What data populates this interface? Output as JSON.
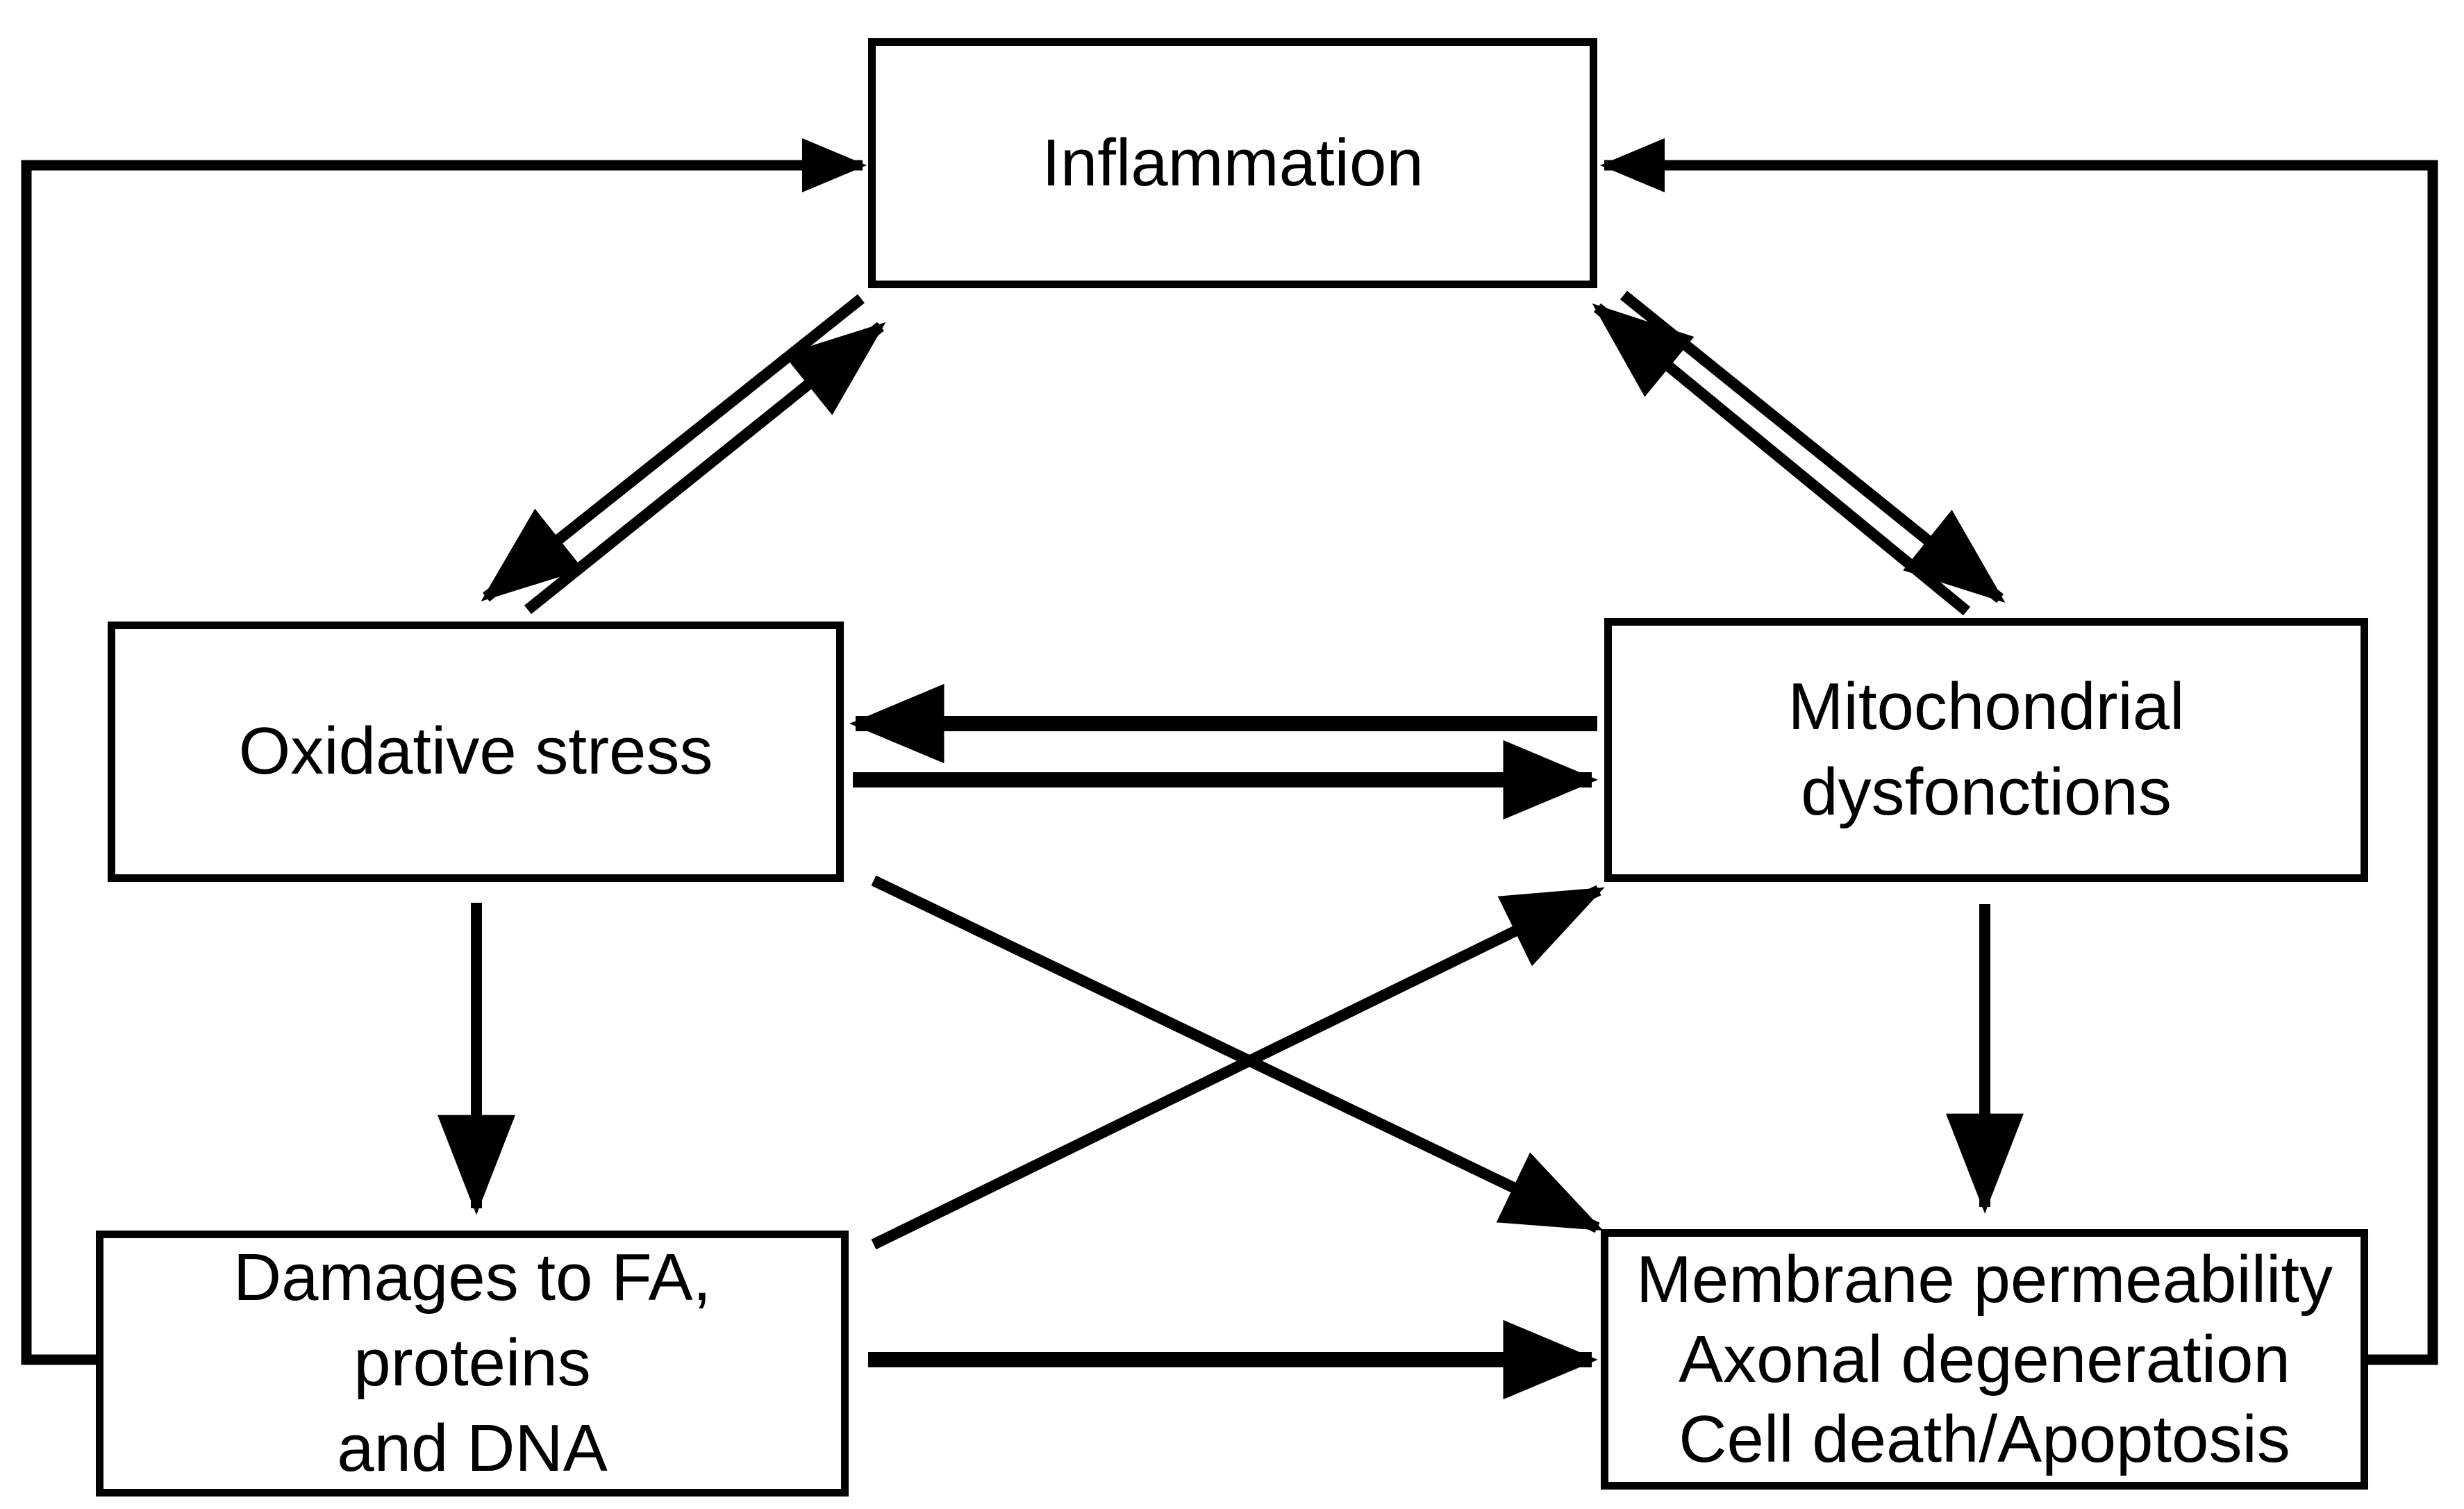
{
  "diagram": {
    "title": "Inflammation, oxidative stress and mitochondrial dysfunction feedback loop",
    "stroke_color": "#000000",
    "background_color": "#ffffff",
    "nodes": [
      {
        "id": "inflammation",
        "label": "Inflammation"
      },
      {
        "id": "oxidative",
        "label": "Oxidative stress"
      },
      {
        "id": "mitochondrial",
        "label": "Mitochondrial\ndysfonctions"
      },
      {
        "id": "damages",
        "label": "Damages to FA, proteins\nand DNA"
      },
      {
        "id": "outcomes",
        "label": "Membrane permeability\nAxonal degeneration\nCell death/Apoptosis"
      }
    ],
    "edges": [
      {
        "id": "inflammation-to-oxidative",
        "from": "inflammation",
        "to": "oxidative",
        "style": "diagonal",
        "arrow": "single"
      },
      {
        "id": "oxidative-to-inflammation",
        "from": "oxidative",
        "to": "inflammation",
        "style": "diagonal",
        "arrow": "single"
      },
      {
        "id": "inflammation-to-mitochondrial",
        "from": "inflammation",
        "to": "mitochondrial",
        "style": "diagonal",
        "arrow": "single"
      },
      {
        "id": "mitochondrial-to-inflammation",
        "from": "mitochondrial",
        "to": "inflammation",
        "style": "diagonal",
        "arrow": "single"
      },
      {
        "id": "mitochondrial-to-oxidative",
        "from": "mitochondrial",
        "to": "oxidative",
        "style": "horizontal",
        "arrow": "single"
      },
      {
        "id": "oxidative-to-mitochondrial",
        "from": "oxidative",
        "to": "mitochondrial",
        "style": "horizontal",
        "arrow": "single"
      },
      {
        "id": "oxidative-to-damages",
        "from": "oxidative",
        "to": "damages",
        "style": "vertical",
        "arrow": "single"
      },
      {
        "id": "mitochondrial-to-outcomes",
        "from": "mitochondrial",
        "to": "outcomes",
        "style": "vertical",
        "arrow": "single"
      },
      {
        "id": "oxidative-to-outcomes",
        "from": "oxidative",
        "to": "outcomes",
        "style": "diagonal-cross",
        "arrow": "single"
      },
      {
        "id": "damages-to-mitochondrial",
        "from": "damages",
        "to": "mitochondrial",
        "style": "diagonal-cross",
        "arrow": "single"
      },
      {
        "id": "damages-to-outcomes",
        "from": "damages",
        "to": "outcomes",
        "style": "horizontal",
        "arrow": "single"
      },
      {
        "id": "damages-to-inflammation",
        "from": "damages",
        "to": "inflammation",
        "style": "elbow-left",
        "arrow": "single"
      },
      {
        "id": "outcomes-to-inflammation",
        "from": "outcomes",
        "to": "inflammation",
        "style": "elbow-right",
        "arrow": "single"
      }
    ]
  }
}
